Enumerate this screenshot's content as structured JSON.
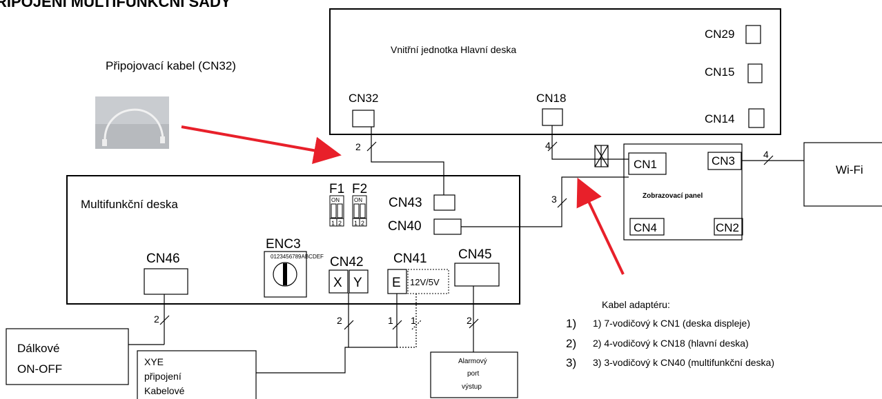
{
  "title": "ŘIPOJENÍ MULTIFUNKČNÍ SADY",
  "cable_label": "Připojovací kabel (CN32)",
  "main_board": {
    "label": "Vnitřní jednotka Hlavní deska",
    "cn29": "CN29",
    "cn15": "CN15",
    "cn14": "CN14",
    "cn32": "CN32",
    "cn18": "CN18"
  },
  "multi_board": {
    "label": "Multifunkční deska",
    "f1": "F1",
    "f2": "F2",
    "on": "ON",
    "dip1": "1",
    "dip2": "2",
    "cn43": "CN43",
    "cn40": "CN40",
    "enc3": "ENC3",
    "enc_digits": "0123456789ABCDEF",
    "cn46": "CN46",
    "cn42": "CN42",
    "x": "X",
    "y": "Y",
    "cn41": "CN41",
    "e": "E",
    "volt": "12V/5V",
    "cn45": "CN45"
  },
  "display": {
    "label": "Zobrazovací panel",
    "cn1": "CN1",
    "cn3": "CN3",
    "cn4": "CN4",
    "cn2": "CN2"
  },
  "wifi": "Wi-Fi",
  "wire_counts": {
    "cn32_wire": "2",
    "cn18_wire": "4",
    "wifi_wire": "4",
    "cn40_wire": "3",
    "cn46_wire": "2",
    "xy_wire": "2",
    "e_wire": "1",
    "v_wire": "1",
    "cn45_wire": "2"
  },
  "remote": {
    "line1": "Dálkové",
    "line2": "ON-OFF"
  },
  "xye": {
    "line1": "XYE",
    "line2": "připojení",
    "line3": "Kabelové"
  },
  "alarm": {
    "line1": "Alarmový",
    "line2": "port",
    "line3": "výstup"
  },
  "adapter": {
    "heading": "Kabel adaptéru:",
    "items": [
      {
        "num": "1)",
        "text": "1) 7-vodičový k CN1 (deska displeje)"
      },
      {
        "num": "2)",
        "text": "2) 4-vodičový k CN18 (hlavní deska)"
      },
      {
        "num": "3)",
        "text": "3) 3-vodičový k CN40 (multifunkční deska)"
      }
    ]
  },
  "colors": {
    "arrow": "#e8202a",
    "line": "#000000"
  }
}
